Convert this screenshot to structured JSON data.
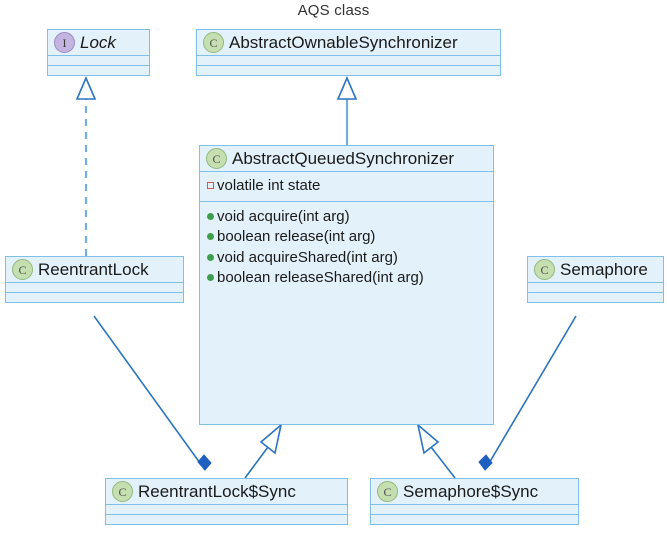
{
  "diagram": {
    "title": "AQS class",
    "colors": {
      "box_fill": "#e3f1fb",
      "box_border": "#7ec0e8",
      "connector": "#1f6fc4",
      "class_badge": "#c5dfb1",
      "interface_badge": "#c3b4e0",
      "method_marker": "#3f9e4d",
      "field_marker": "#d9534f"
    }
  },
  "classes": {
    "lock": {
      "name": "Lock",
      "stereotype": "interface",
      "badge_letter": "I",
      "fields": [],
      "methods": []
    },
    "abstract_ownable_synchronizer": {
      "name": "AbstractOwnableSynchronizer",
      "stereotype": "class",
      "badge_letter": "C",
      "fields": [],
      "methods": []
    },
    "abstract_queued_synchronizer": {
      "name": "AbstractQueuedSynchronizer",
      "stereotype": "class",
      "badge_letter": "C",
      "fields": [
        {
          "label": "volatile int state",
          "marker": "field-square-icon"
        }
      ],
      "methods": [
        {
          "label": "void acquire(int arg)",
          "marker": "method-dot-icon"
        },
        {
          "label": "boolean release(int arg)",
          "marker": "method-dot-icon"
        },
        {
          "label": "void acquireShared(int arg)",
          "marker": "method-dot-icon"
        },
        {
          "label": "boolean releaseShared(int arg)",
          "marker": "method-dot-icon"
        }
      ]
    },
    "reentrant_lock": {
      "name": "ReentrantLock",
      "stereotype": "class",
      "badge_letter": "C",
      "fields": [],
      "methods": []
    },
    "semaphore": {
      "name": "Semaphore",
      "stereotype": "class",
      "badge_letter": "C",
      "fields": [],
      "methods": []
    },
    "reentrant_lock_sync": {
      "name": "ReentrantLock$Sync",
      "stereotype": "class",
      "badge_letter": "C",
      "fields": [],
      "methods": []
    },
    "semaphore_sync": {
      "name": "Semaphore$Sync",
      "stereotype": "class",
      "badge_letter": "C",
      "fields": [],
      "methods": []
    }
  },
  "relationships": [
    {
      "id": "rel-reentrantlock-implements-lock",
      "from": "reentrant_lock",
      "to": "lock",
      "type": "realization",
      "line": "dashed",
      "arrow": "hollow-triangle"
    },
    {
      "id": "rel-aqs-extends-aos",
      "from": "abstract_queued_synchronizer",
      "to": "abstract_ownable_synchronizer",
      "type": "generalization",
      "line": "solid",
      "arrow": "hollow-triangle"
    },
    {
      "id": "rel-rlsync-extends-aqs",
      "from": "reentrant_lock_sync",
      "to": "abstract_queued_synchronizer",
      "type": "generalization",
      "line": "solid",
      "arrow": "hollow-triangle"
    },
    {
      "id": "rel-semsync-extends-aqs",
      "from": "semaphore_sync",
      "to": "abstract_queued_synchronizer",
      "type": "generalization",
      "line": "solid",
      "arrow": "hollow-triangle"
    },
    {
      "id": "rel-reentrantlock-composes-rlsync",
      "from": "reentrant_lock",
      "to": "reentrant_lock_sync",
      "type": "composition",
      "line": "solid",
      "arrow": "filled-diamond"
    },
    {
      "id": "rel-semaphore-composes-semsync",
      "from": "semaphore",
      "to": "semaphore_sync",
      "type": "composition",
      "line": "solid",
      "arrow": "filled-diamond"
    }
  ]
}
